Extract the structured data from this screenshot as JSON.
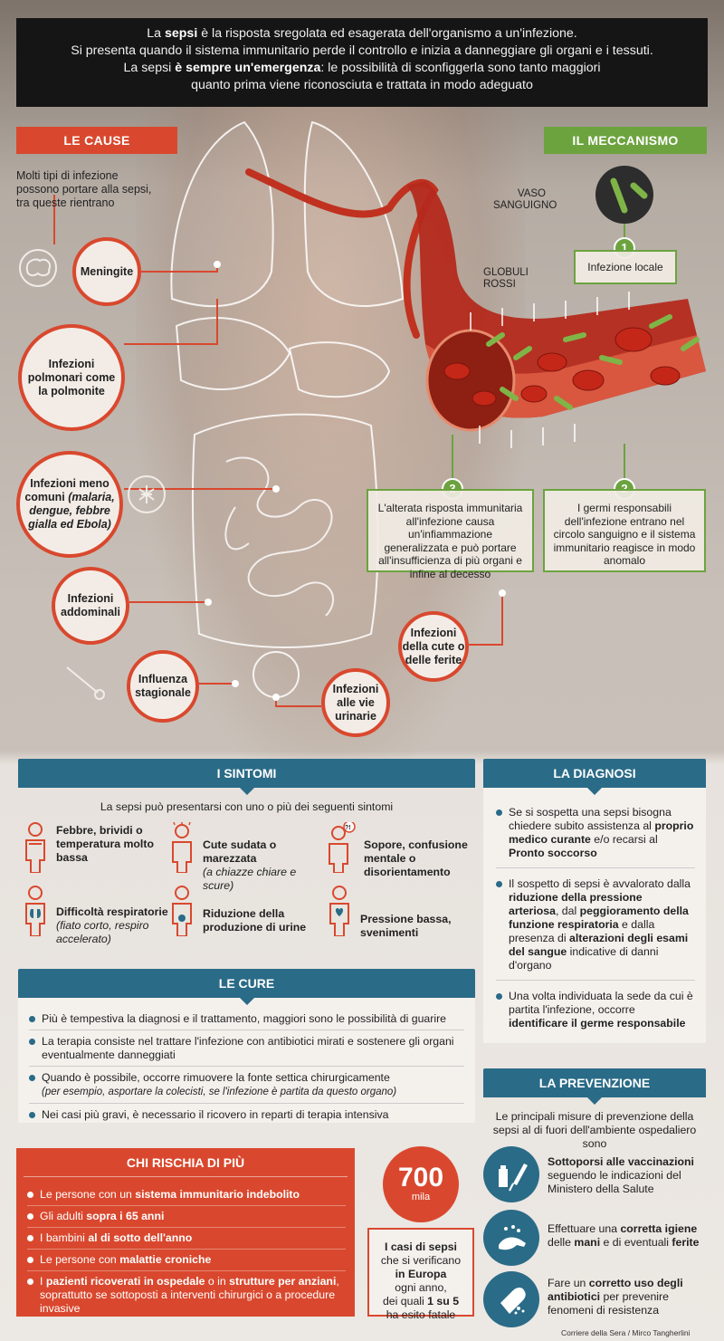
{
  "intro": {
    "line1_a": "La ",
    "line1_b": "sepsi",
    "line1_c": " è la risposta sregolata ed esagerata dell'organismo a un'infezione.",
    "line2": "Si presenta quando il sistema immunitario perde il controllo e inizia a danneggiare gli organi e i tessuti.",
    "line3_a": "La sepsi ",
    "line3_b": "è sempre un'emergenza",
    "line3_c": ": le possibilità di sconfiggerla sono tanto maggiori",
    "line4": "quanto prima viene riconosciuta e trattata in modo adeguato"
  },
  "cause": {
    "tag": "LE CAUSE",
    "caption": "Molti tipi di infezione possono portare alla sepsi, tra queste rientrano",
    "meningite": "Meningite",
    "polmonari": "Infezioni polmonari come la polmonite",
    "meno_comuni_a": "Infezioni meno comuni ",
    "meno_comuni_b": "(malaria, dengue, febbre gialla ed Ebola)",
    "addominali": "Infezioni addominali",
    "influenza": "Influenza stagionale",
    "urinarie": "Infezioni alle vie urinarie",
    "cute": "Infezioni della cute o delle ferite"
  },
  "meccanismo": {
    "tag": "IL MECCANISMO",
    "vaso": "VASO SANGUIGNO",
    "globuli": "GLOBULI ROSSI",
    "step1_num": "1",
    "step1": "Infezione locale",
    "step2_num": "2",
    "step2": "I germi responsabili dell'infezione entrano nel circolo sanguigno e il sistema immunitario reagisce in modo anomalo",
    "step3_num": "3",
    "step3": "L'alterata risposta immunitaria all'infezione causa un'infiammazione generalizzata e può portare all'insufficienza di più organi e infine al decesso"
  },
  "sintomi": {
    "title": "I SINTOMI",
    "intro": "La sepsi può presentarsi con uno o più dei seguenti sintomi",
    "s1": "Febbre, brividi o temperatura molto bassa",
    "s2_a": "Cute sudata o marezzata",
    "s2_b": "(a chiazze chiare e scure)",
    "s3": "Sopore, confusione mentale o disorientamento",
    "s4_a": "Difficoltà respiratorie",
    "s4_b": "(fiato corto, respiro accelerato)",
    "s5": "Riduzione della produzione di urine",
    "s6": "Pressione bassa, svenimenti",
    "confusion_mark": "?!"
  },
  "diagnosi": {
    "title": "LA DIAGNOSI",
    "d1_a": "Se si sospetta una sepsi bisogna chiedere subito assistenza al ",
    "d1_b": "proprio medico curante",
    "d1_c": " e/o recarsi al ",
    "d1_d": "Pronto soccorso",
    "d2_a": "Il sospetto di sepsi è avvalorato dalla ",
    "d2_b": "riduzione della pressione arteriosa",
    "d2_c": ", dal ",
    "d2_d": "peggioramento della funzione respiratoria",
    "d2_e": " e dalla presenza di ",
    "d2_f": "alterazioni degli esami del sangue",
    "d2_g": " indicative di danni d'organo",
    "d3_a": "Una volta individuata la sede da cui è partita l'infezione, occorre ",
    "d3_b": "identificare il germe responsabile"
  },
  "cure": {
    "title": "LE CURE",
    "c1": "Più è tempestiva la diagnosi e il trattamento, maggiori sono le possibilità di guarire",
    "c2": "La terapia consiste nel trattare l'infezione con antibiotici mirati e sostenere gli organi eventualmente danneggiati",
    "c3_a": "Quando è possibile, occorre rimuovere la fonte settica chirurgicamente",
    "c3_b": "(per esempio, asportare la colecisti, se l'infezione è partita da questo organo)",
    "c4": "Nei casi più gravi,  è necessario il ricovero in reparti di terapia intensiva"
  },
  "rischia": {
    "title": "CHI RISCHIA DI PIÙ",
    "r1_a": "Le persone con un ",
    "r1_b": "sistema immunitario indebolito",
    "r2_a": "Gli adulti ",
    "r2_b": "sopra i 65 anni",
    "r3_a": "I bambini ",
    "r3_b": "al di sotto dell'anno",
    "r4_a": "Le persone con ",
    "r4_b": "malattie croniche",
    "r5_a": "I ",
    "r5_b": "pazienti ricoverati in ospedale",
    "r5_c": " o in ",
    "r5_d": "strutture per anziani",
    "r5_e": ", soprattutto se sottoposti a interventi chirurgici o a procedure invasive"
  },
  "stat": {
    "number": "700",
    "unit": "mila",
    "t1": "I casi di sepsi",
    "t2": "che si verificano",
    "t3": "in Europa",
    "t4": "ogni anno,",
    "t5_a": "dei quali ",
    "t5_b": "1 su 5",
    "t6": "ha esito fatale"
  },
  "prevenzione": {
    "title": "LA PREVENZIONE",
    "intro": "Le principali misure di prevenzione della sepsi al di fuori dell'ambiente ospedaliero sono",
    "p1_a": "Sottoporsi alle vaccinazioni",
    "p1_b": "seguendo le indicazioni del Ministero della Salute",
    "p2_a": "Effettuare una ",
    "p2_b": "corretta igiene",
    "p2_c": " delle ",
    "p2_d": "mani",
    "p2_e": " e di eventuali ",
    "p2_f": "ferite",
    "p3_a": "Fare un ",
    "p3_b": "corretto uso degli antibiotici",
    "p3_c": " per prevenire fenomeni di resistenza"
  },
  "credit": "Corriere della Sera / Mirco Tangherlini",
  "colors": {
    "red": "#d9482e",
    "green": "#6ca33f",
    "blue": "#2a6b87"
  }
}
